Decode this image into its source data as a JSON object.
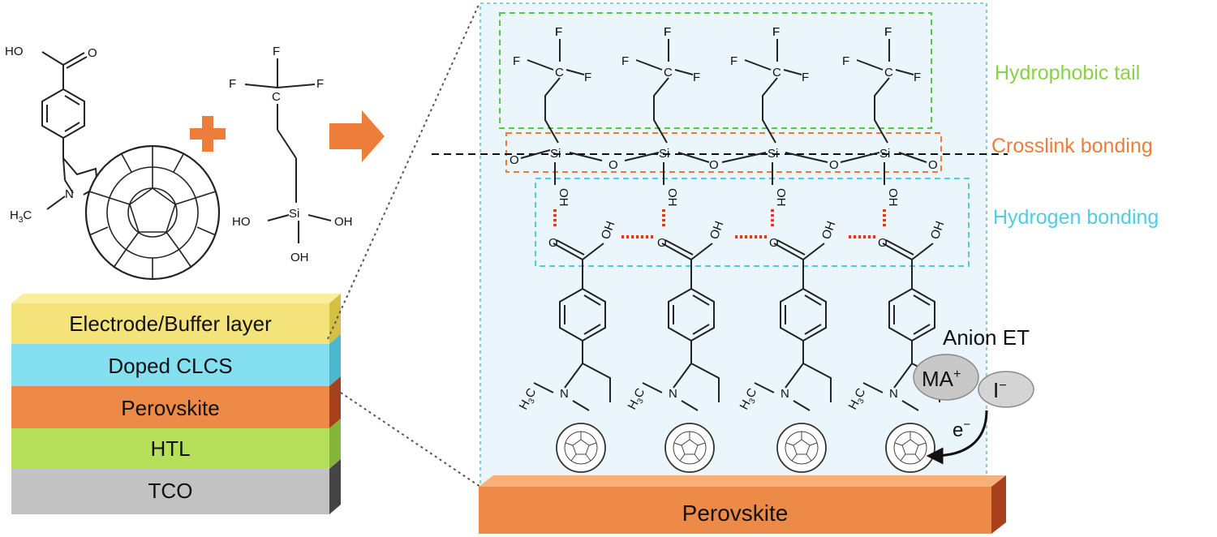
{
  "molecule_left": {
    "cooh_ho": "HO",
    "cooh_o": "O",
    "n_atom": "N",
    "methyl_h3c": "H",
    "methyl_sub": "3",
    "methyl_c": "C"
  },
  "molecule_right": {
    "f_top": "F",
    "f_left": "F",
    "f_right": "F",
    "c_atom": "C",
    "si_atom": "Si",
    "oh_left": "HO",
    "oh_right": "OH",
    "oh_bottom": "OH"
  },
  "stack": {
    "layers": [
      {
        "label": "Electrode/Buffer layer",
        "color": "#f4e27a",
        "side": "#d6bf45"
      },
      {
        "label": "Doped CLCS",
        "color": "#84dff0",
        "side": "#4cb8cc"
      },
      {
        "label": "Perovskite",
        "color": "#ee8a48",
        "side": "#a8401d"
      },
      {
        "label": "HTL",
        "color": "#b7e05a",
        "side": "#86b53c"
      },
      {
        "label": "TCO",
        "color": "#c2c2c2",
        "side": "#444444"
      }
    ]
  },
  "zoom": {
    "fluoro_group": {
      "f_top": "F",
      "f_left": "F",
      "f_right": "F",
      "c": "C"
    },
    "si": "Si",
    "bridge_o": "O",
    "silanol": "OH",
    "acid_o": "O",
    "acid_oh": "OH",
    "n": "N",
    "h3c_h": "H",
    "h3c_sub": "3",
    "h3c_c": "C",
    "anion_et": "Anion ET",
    "ma_label": "MA",
    "ma_charge": "+",
    "iodide_label": "I",
    "iodide_charge": "−",
    "electron_label": "e",
    "electron_charge": "−",
    "substrate_label": "Perovskite"
  },
  "legend": {
    "hydrophobic_tail": "Hydrophobic tail",
    "crosslink_bonding": "Crosslink bonding",
    "hydrogen_bonding": "Hydrogen bonding"
  },
  "colors": {
    "hydrophobic": "#7ccf3a",
    "crosslink": "#ed7d3a",
    "hydrogen": "#50cde0",
    "hbond_dots": "#e03a1e",
    "plus_arrow": "#ed7d3a",
    "panel_bg": "#eaf6fb"
  }
}
